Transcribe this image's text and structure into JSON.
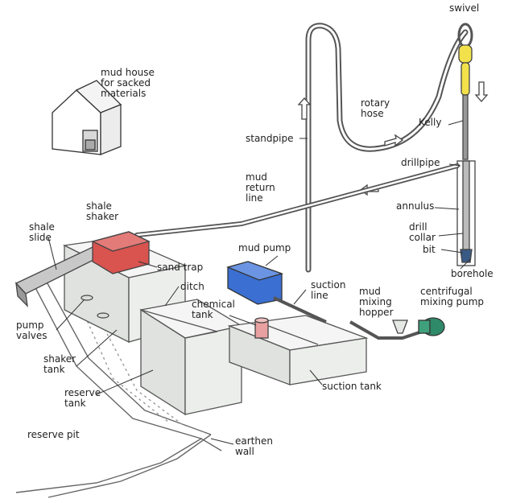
{
  "labels": {
    "swivel": "swivel",
    "mud_house": "mud house\nfor sacked\nmaterials",
    "rotary_hose": "rotary\nhose",
    "kelly": "Kelly",
    "standpipe": "standpipe",
    "drillpipe": "drillpipe",
    "mud_return_line": "mud\nreturn\nline",
    "annulus": "annulus",
    "drill_collar": "drill\ncollar",
    "bit": "bit",
    "borehole": "borehole",
    "shale_shaker": "shale\nshaker",
    "shale_slide": "shale\nslide",
    "mud_pump": "mud pump",
    "sand_trap": "sand trap",
    "ditch": "ditch",
    "suction_line": "suction\nline",
    "mud_mixing_hopper": "mud\nmixing\nhopper",
    "centrifugal_mixing_pump": "centrifugal\nmixing pump",
    "chemical_tank": "chemical\ntank",
    "pump_valves": "pump\nvalves",
    "shaker_tank": "shaker\ntank",
    "reserve_tank": "reserve\ntank",
    "suction_tank": "suction tank",
    "reserve_pit": "reserve pit",
    "earthen_wall": "earthen\nwall"
  },
  "colors": {
    "shale_shaker": "#d9534f",
    "mud_pump": "#3b6fd1",
    "swivel": "#f2e14a",
    "tank_fill": "#e6e8e6",
    "chemical_tank": "#e8a0a0",
    "mixing_pump": "#2f8a6a",
    "bit": "#3a5a86"
  }
}
